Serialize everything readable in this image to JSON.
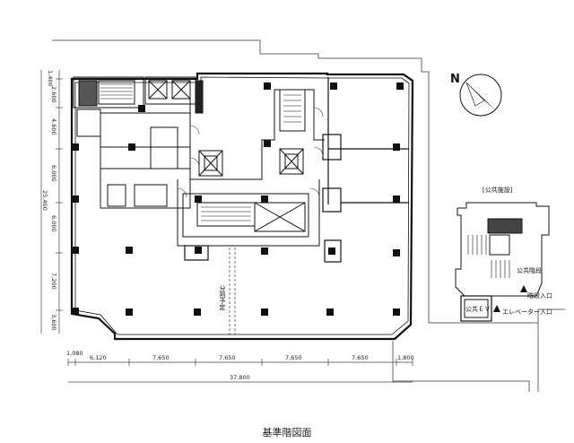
{
  "caption": "基準階図面",
  "compass": {
    "label": "N"
  },
  "dimensions": {
    "horizontal": [
      "1,080",
      "6,120",
      "7,650",
      "7,650",
      "7,650",
      "7,650",
      "1,800"
    ],
    "horizontal_total": "37,800",
    "vertical": [
      "1,400",
      "2,600",
      "4,600",
      "6,000",
      "6,000",
      "7,200",
      "3,600"
    ],
    "vertical_total": "25,400"
  },
  "labels": {
    "partition": "分割予定",
    "public_facility": "[公共施設]",
    "public_stairs": "公共階段",
    "public_ev": "公共ＥＶ",
    "stairs_entrance": "階段入口",
    "elevator_entrance": "エレベーター入口"
  }
}
